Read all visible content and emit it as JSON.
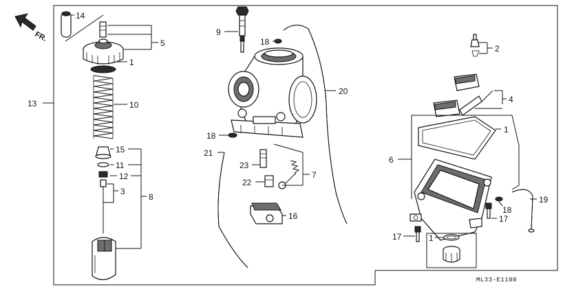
{
  "direction_label": "FR.",
  "diagram_code": "ML33-E1100",
  "callouts": {
    "c14": "14",
    "c5": "5",
    "c1_top": "1",
    "c13": "13",
    "c10": "10",
    "c15": "15",
    "c11": "11",
    "c12": "12",
    "c3": "3",
    "c8": "8",
    "c9": "9",
    "c18_top": "18",
    "c20": "20",
    "c18_mid": "18",
    "c21": "21",
    "c23": "23",
    "c7": "7",
    "c22": "22",
    "c16": "16",
    "c2": "2",
    "c4": "4",
    "c1_right": "1",
    "c6": "6",
    "c19": "19",
    "c18_right": "18",
    "c17_right": "17",
    "c17_left": "17",
    "c1_bottom": "1"
  }
}
